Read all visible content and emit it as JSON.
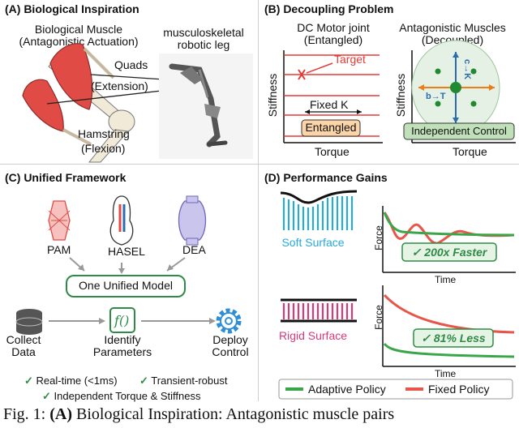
{
  "panel_a": {
    "title": "(A) Biological Inspiration",
    "muscle_title_1": "Biological Muscle",
    "muscle_title_2": "(Antagonistic Actuation)",
    "robot_title_1": "musculoskeletal",
    "robot_title_2": "robotic leg",
    "quads": "Quads",
    "extension": "(Extension)",
    "hamstring": "Hamstring",
    "flexion": "(Flexion)"
  },
  "panel_b": {
    "title": "(B) Decoupling Problem",
    "left_title_1": "DC Motor joint",
    "left_title_2": "(Entangled)",
    "right_title_1": "Antagonistic Muscles",
    "right_title_2": "(Decoupled)",
    "ylabel": "Stiffness",
    "xlabel": "Torque",
    "target": "Target",
    "fixed_k": "Fixed K",
    "entangled": "Entangled",
    "c_k": "c→K",
    "b_t": "b→T",
    "independent": "Independent Control",
    "colors": {
      "red": "#e53935",
      "green": "#3a9a3a",
      "blue": "#2b6cb0",
      "orange": "#ef7d16"
    }
  },
  "panel_c": {
    "title": "(C) Unified Framework",
    "pam": "PAM",
    "hasel": "HASEL",
    "dea": "DEA",
    "model": "One Unified Model",
    "collect_1": "Collect",
    "collect_2": "Data",
    "identify_1": "Identify",
    "identify_2": "Parameters",
    "deploy_1": "Deploy",
    "deploy_2": "Control",
    "f_symbol": "f()",
    "check_1": "Real-time (<1ms)",
    "check_2": "Transient-robust",
    "check_3": "Independent Torque & Stiffness"
  },
  "panel_d": {
    "title": "(D) Performance Gains",
    "soft": "Soft Surface",
    "rigid": "Rigid Surface",
    "force": "Force",
    "time": "Time",
    "faster": "✓ 200x Faster",
    "less": "✓ 81% Less",
    "legend_adaptive": "Adaptive Policy",
    "legend_fixed": "Fixed Policy",
    "colors": {
      "adaptive": "#3aa64a",
      "fixed": "#e8554a",
      "soft": "#27a9d9",
      "rigid": "#d63a79"
    }
  },
  "caption": {
    "lead": "Fig. 1:",
    "bold": "(A)",
    "rest": "Biological Inspiration: Antagonistic muscle pairs"
  }
}
